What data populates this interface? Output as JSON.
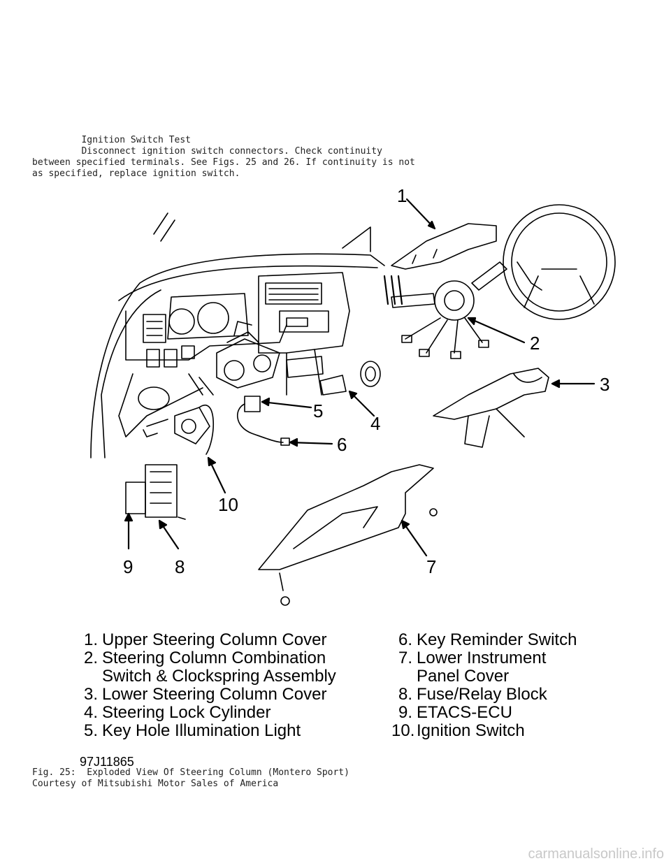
{
  "intro": {
    "line1": "         Ignition Switch Test",
    "line2": "         Disconnect ignition switch connectors. Check continuity",
    "line3": "between specified terminals. See Figs. 25 and 26. If continuity is not",
    "line4": "as specified, replace ignition switch."
  },
  "figure": {
    "callouts": [
      "1",
      "2",
      "3",
      "4",
      "5",
      "6",
      "7",
      "8",
      "9",
      "10"
    ],
    "code": "97J11865"
  },
  "legend": {
    "left": [
      {
        "num": "1.",
        "text": "Upper Steering Column Cover"
      },
      {
        "num": "2.",
        "text": "Steering Column Combination",
        "cont": "Switch & Clockspring Assembly"
      },
      {
        "num": "3.",
        "text": "Lower Steering Column Cover"
      },
      {
        "num": "4.",
        "text": "Steering Lock Cylinder"
      },
      {
        "num": "5.",
        "text": "Key Hole Illumination Light"
      }
    ],
    "right": [
      {
        "num": "6.",
        "text": "Key Reminder Switch"
      },
      {
        "num": "7.",
        "text": "Lower Instrument",
        "cont": "Panel Cover"
      },
      {
        "num": "8.",
        "text": "Fuse/Relay Block"
      },
      {
        "num": "9.",
        "text": "ETACS-ECU"
      },
      {
        "num": "10.",
        "text": "Ignition Switch"
      }
    ]
  },
  "caption": {
    "line1": "Fig. 25:  Exploded View Of Steering Column (Montero Sport)",
    "line2": "Courtesy of Mitsubishi Motor Sales of America"
  },
  "watermark": "carmanualsonline.info"
}
